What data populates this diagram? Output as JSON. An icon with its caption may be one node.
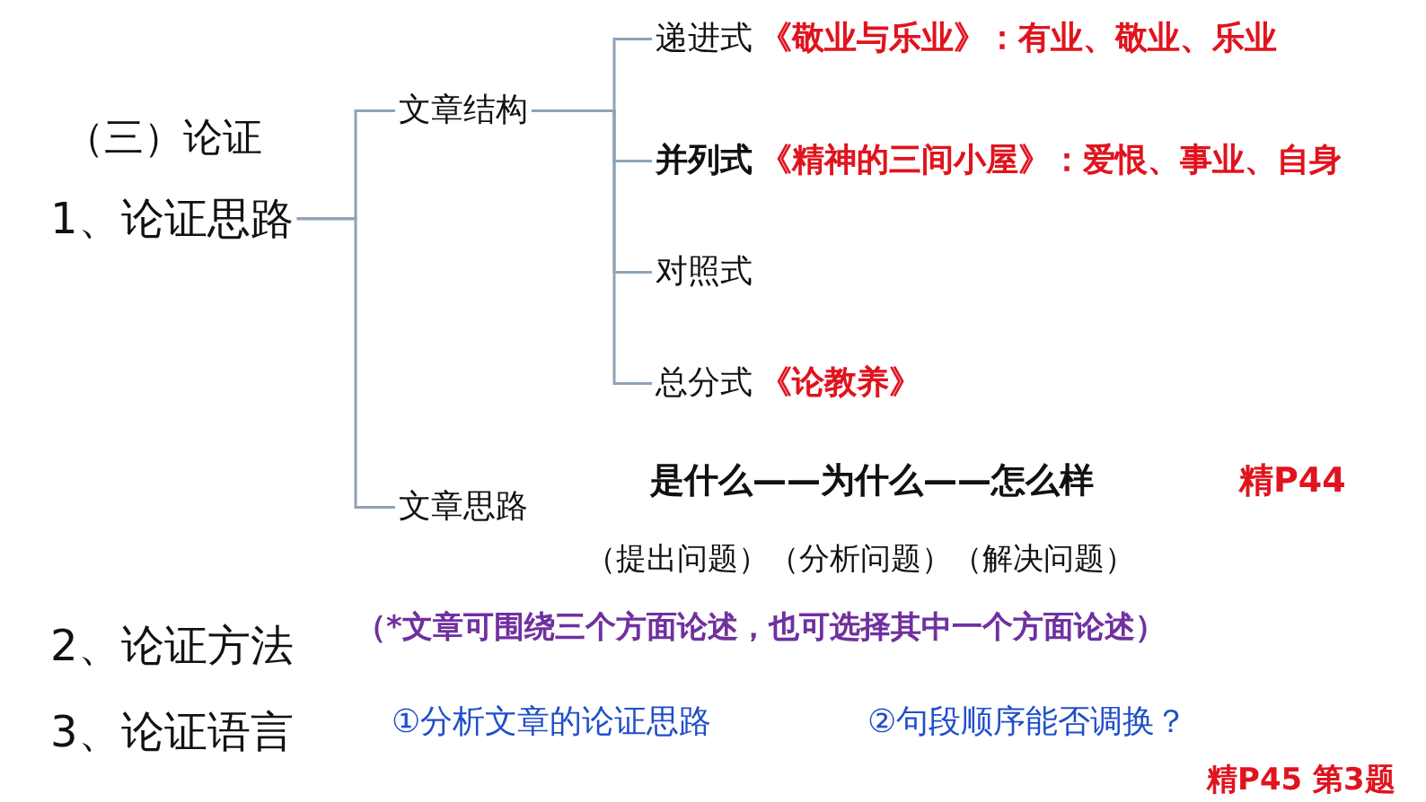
{
  "diagram": {
    "nodes": [
      {
        "text": [
          "1、论证思路"
        ]
      },
      {
        "text": [
          "文章结构"
        ]
      },
      {
        "text": [
          "递进式",
          "《敬业与乐业》：有业、敬业、乐业"
        ]
      },
      {
        "text": [
          "并列式",
          "《精神的三间小屋》：爱恨、事业、自身"
        ]
      },
      {
        "text": [
          "对照式"
        ]
      },
      {
        "text": [
          "总分式",
          "《论教养》"
        ]
      },
      {
        "text": [
          "文章思路"
        ]
      }
    ],
    "edges": [
      {
        "from": 0,
        "to": 1,
        "arrow": "none"
      },
      {
        "from": 0,
        "to": 6,
        "arrow": "none"
      },
      {
        "from": 1,
        "to": 2,
        "arrow": "none"
      },
      {
        "from": 1,
        "to": 3,
        "arrow": "none"
      },
      {
        "from": 1,
        "to": 4,
        "arrow": "none"
      },
      {
        "from": 1,
        "to": 5,
        "arrow": "none"
      }
    ],
    "labels": [
      "（三）论证",
      "是什么——为什么——怎么样",
      "精P44",
      "（提出问题）（分析问题）（解决问题）",
      "2、论证方法",
      "（*文章可围绕三个方面论述，也可选择其中一个方面论述）",
      "3、论证语言",
      "①分析文章的论证思路",
      "②句段顺序能否调换？",
      "精P45 第3题"
    ]
  }
}
